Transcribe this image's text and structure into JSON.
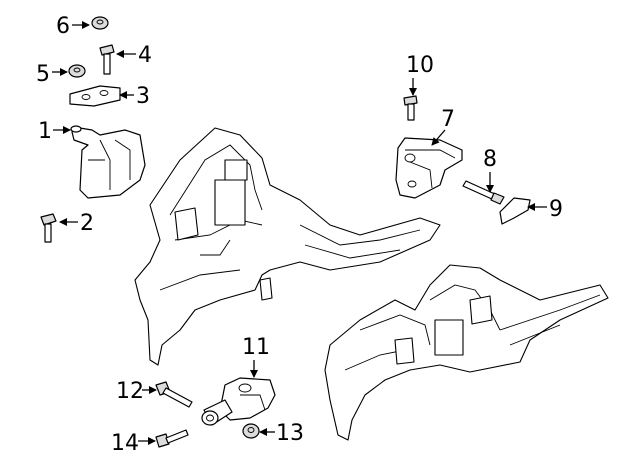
{
  "callouts": [
    {
      "id": "c1",
      "number": "1"
    },
    {
      "id": "c2",
      "number": "2"
    },
    {
      "id": "c3",
      "number": "3"
    },
    {
      "id": "c4",
      "number": "4"
    },
    {
      "id": "c5",
      "number": "5"
    },
    {
      "id": "c6",
      "number": "6"
    },
    {
      "id": "c7",
      "number": "7"
    },
    {
      "id": "c8",
      "number": "8"
    },
    {
      "id": "c9",
      "number": "9"
    },
    {
      "id": "c10",
      "number": "10"
    },
    {
      "id": "c11",
      "number": "11"
    },
    {
      "id": "c12",
      "number": "12"
    },
    {
      "id": "c13",
      "number": "13"
    },
    {
      "id": "c14",
      "number": "14"
    }
  ]
}
